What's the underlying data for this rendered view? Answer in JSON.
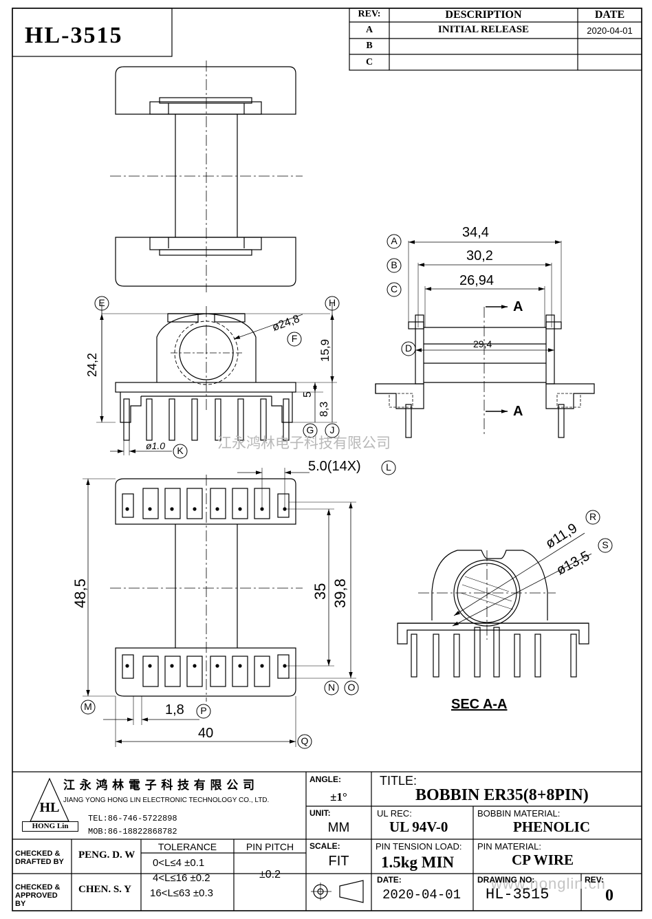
{
  "part_number": "HL-3515",
  "revision_table": {
    "headers": {
      "rev": "REV:",
      "description": "DESCRIPTION",
      "date": "DATE"
    },
    "rows": [
      {
        "rev": "A",
        "description": "INITIAL  RELEASE",
        "date": "2020-04-01"
      },
      {
        "rev": "B",
        "description": "",
        "date": ""
      },
      {
        "rev": "C",
        "description": "",
        "date": ""
      }
    ]
  },
  "dimensions": {
    "a": "34,4",
    "b": "30,2",
    "c": "26,94",
    "d": "29,4",
    "height_e": "24,2",
    "dia_f": "ø24,8",
    "h_159": "15,9",
    "h_5": "5",
    "h_83": "8,3",
    "pin_dia": "ø1.0",
    "pitch": "5.0(14X)",
    "len_485": "48,5",
    "len_35": "35",
    "len_398": "39,8",
    "w_18": "1,8",
    "w_40": "40",
    "dia_r": "ø11,9",
    "dia_s": "ø13,5"
  },
  "labels": [
    "A",
    "B",
    "C",
    "D",
    "E",
    "F",
    "G",
    "H",
    "J",
    "K",
    "L",
    "M",
    "N",
    "O",
    "P",
    "Q",
    "R",
    "S"
  ],
  "section": {
    "marker": "A",
    "caption": "SEC A-A"
  },
  "watermark": "江永鸿林电子科技有限公司",
  "watermark_url": "www.honglin.cn",
  "company": {
    "name_cn": "江 永 鸿 林 電 子 科 技 有 限 公 司",
    "name_en": "JIANG YONG HONG LIN ELECTRONIC TECHNOLOGY CO., LTD.",
    "logo_letters": "HL",
    "logo_name": "HONG Lin",
    "tel": "TEL:86-746-5722898",
    "mob": "MOB:86-18822868782"
  },
  "title_block": {
    "checked_drafted_label": "CHECKED & DRAFTED BY",
    "checked_drafted_value": "PENG. D. W",
    "checked_approved_label": "CHECKED & APPROVED BY",
    "checked_approved_value": "CHEN. S. Y",
    "tolerance_label": "TOLERANCE",
    "tolerance_lines": [
      "0<L≤4   ±0.1",
      "4<L≤16 ±0.2",
      "16<L≤63 ±0.3"
    ],
    "pin_pitch_label": "PIN PITCH",
    "pin_pitch_value": "±0.2",
    "angle_label": "ANGLE:",
    "angle_value": "±1°",
    "unit_label": "UNIT:",
    "unit_value": "MM",
    "scale_label": "SCALE:",
    "scale_value": "FIT",
    "title_label": "TITLE:",
    "title_value": "BOBBIN   ER35(8+8PIN)",
    "ul_rec_label": "UL REC:",
    "ul_rec_value": "UL 94V-0",
    "bobbin_material_label": "BOBBIN MATERIAL:",
    "bobbin_material_value": "PHENOLIC",
    "pin_tension_label": "PIN TENSION LOAD:",
    "pin_tension_value": "1.5kg  MIN",
    "pin_material_label": "PIN MATERIAL:",
    "pin_material_value": "CP WIRE",
    "date_label": "DATE:",
    "date_value": "2020-04-01",
    "drawing_no_label": "DRAWING NO:",
    "drawing_no_value": "HL-3515",
    "rev_label": "REV:",
    "rev_value": "0"
  }
}
